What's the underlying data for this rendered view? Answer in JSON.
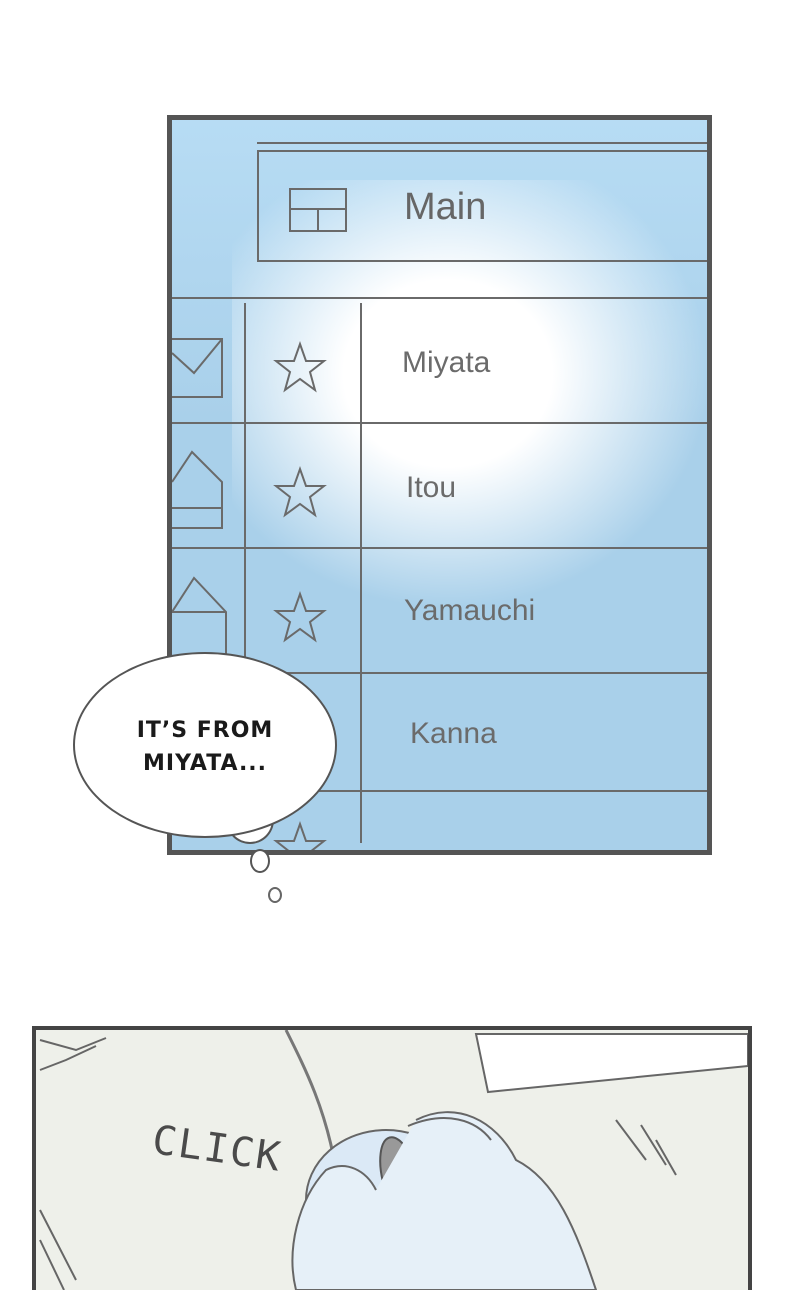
{
  "window": {
    "header_title": "Main",
    "header_icon": "window-layout-icon"
  },
  "contacts": [
    {
      "name": "Miyata",
      "icon": "star-icon",
      "side_icon": "mail-closed-icon",
      "highlighted": true
    },
    {
      "name": "Itou",
      "icon": "star-icon",
      "side_icon": "mail-open-icon",
      "highlighted": false
    },
    {
      "name": "Yamauchi",
      "icon": "star-icon",
      "side_icon": "mail-open-icon",
      "highlighted": false
    },
    {
      "name": "Kanna",
      "icon": "star-icon",
      "side_icon": "mail-open-icon",
      "highlighted": false
    }
  ],
  "speech_bubble": {
    "line1": "IT’S FROM",
    "line2": "MIYATA..."
  },
  "sound_effect": "CLICK",
  "colors": {
    "screen_blue": "#a9d0ea",
    "outline": "#555555",
    "text_gray": "#6b6b6b"
  }
}
